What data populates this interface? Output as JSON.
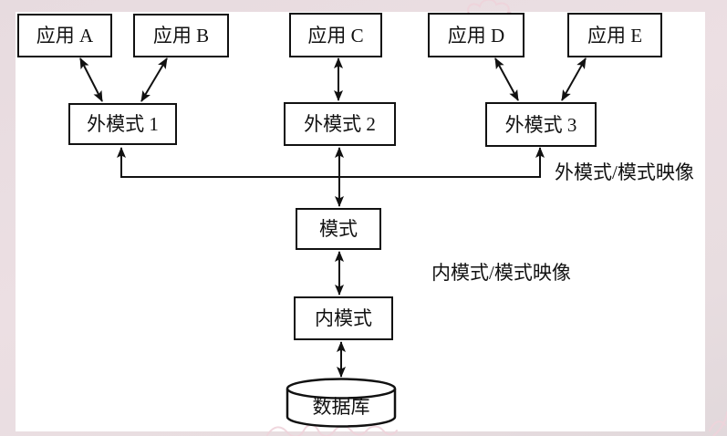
{
  "colors": {
    "background": "#e9dde1",
    "canvas": "#ffffff",
    "ink": "#111111",
    "doodle": "#eed3da"
  },
  "nodes": [
    {
      "id": "app-a",
      "label": "应用 A"
    },
    {
      "id": "app-b",
      "label": "应用 B"
    },
    {
      "id": "app-c",
      "label": "应用 C"
    },
    {
      "id": "app-d",
      "label": "应用 D"
    },
    {
      "id": "app-e",
      "label": "应用 E"
    },
    {
      "id": "external-schema-1",
      "label": "外模式 1"
    },
    {
      "id": "external-schema-2",
      "label": "外模式 2"
    },
    {
      "id": "external-schema-3",
      "label": "外模式 3"
    },
    {
      "id": "schema",
      "label": "模式"
    },
    {
      "id": "internal-schema",
      "label": "内模式"
    },
    {
      "id": "database",
      "label": "数据库"
    }
  ],
  "annotations": [
    {
      "id": "external-schema-mapping",
      "label": "外模式/模式映像"
    },
    {
      "id": "internal-schema-mapping",
      "label": "内模式/模式映像"
    }
  ],
  "edges": [
    {
      "from": "应用 A",
      "to": "外模式 1",
      "type": "bidirectional"
    },
    {
      "from": "应用 B",
      "to": "外模式 1",
      "type": "bidirectional"
    },
    {
      "from": "应用 C",
      "to": "外模式 2",
      "type": "bidirectional"
    },
    {
      "from": "应用 D",
      "to": "外模式 3",
      "type": "bidirectional"
    },
    {
      "from": "应用 E",
      "to": "外模式 3",
      "type": "bidirectional"
    },
    {
      "from": "外模式 2",
      "to": "模式",
      "type": "bidirectional"
    },
    {
      "from": "模式",
      "to": "外模式 1",
      "type": "mapping-arrow"
    },
    {
      "from": "模式",
      "to": "外模式 3",
      "type": "mapping-arrow"
    },
    {
      "from": "模式",
      "to": "内模式",
      "type": "bidirectional"
    },
    {
      "from": "内模式",
      "to": "数据库",
      "type": "bidirectional"
    }
  ]
}
